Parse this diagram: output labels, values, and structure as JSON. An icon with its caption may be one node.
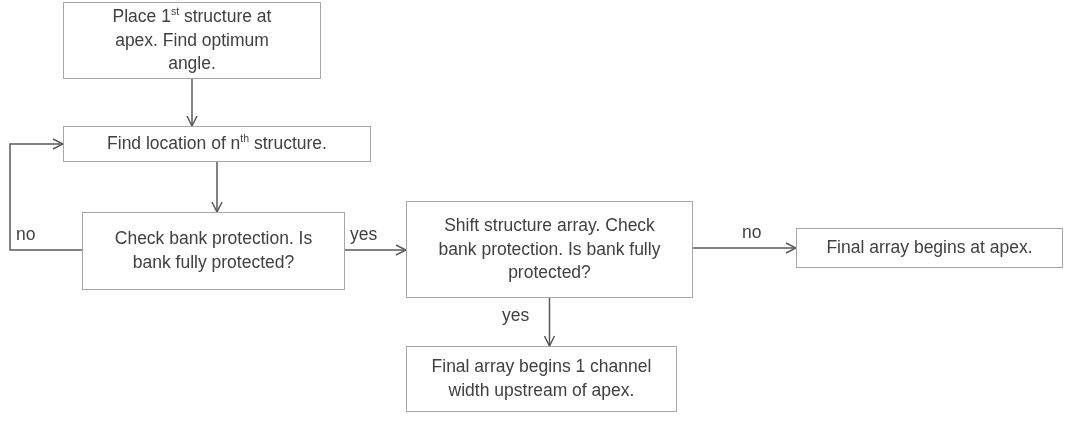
{
  "diagram": {
    "nodes": [
      {
        "text": [
          "Place 1$^{st}$ structure at apex. Find optimum angle."
        ]
      },
      {
        "text": [
          "Find location of n$^{th}$ structure."
        ]
      },
      {
        "text": [
          "Check bank protection. Is bank fully protected?"
        ]
      },
      {
        "text": [
          "Shift structure array. Check bank protection. Is bank fully protected?"
        ]
      },
      {
        "text": [
          "Final array begins at apex."
        ]
      },
      {
        "text": [
          "Final array begins 1 channel width upstream of apex."
        ]
      }
    ],
    "edges": [
      {
        "from": 0,
        "to": 1,
        "arrow": "to"
      },
      {
        "from": 1,
        "to": 2,
        "arrow": "to"
      },
      {
        "from": 2,
        "to": 1,
        "arrow": "to",
        "label": "no"
      },
      {
        "from": 2,
        "to": 3,
        "arrow": "to",
        "label": "yes"
      },
      {
        "from": 3,
        "to": 4,
        "arrow": "to",
        "label": "no"
      },
      {
        "from": 3,
        "to": 5,
        "arrow": "to",
        "label": "yes"
      }
    ]
  }
}
